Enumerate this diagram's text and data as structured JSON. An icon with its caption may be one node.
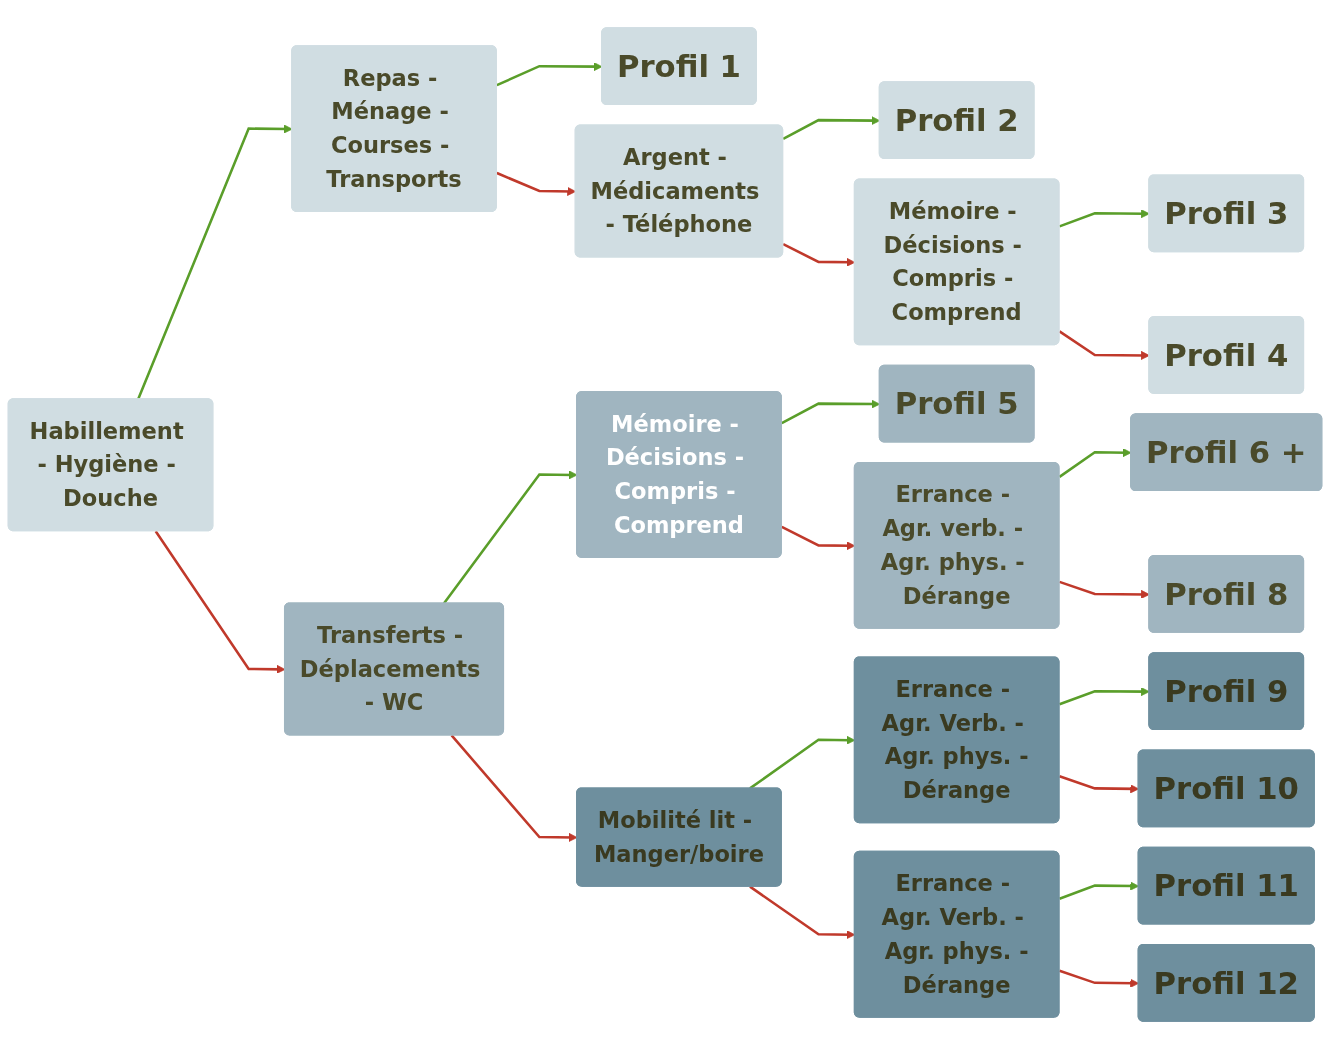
{
  "diagram": {
    "nodes": [
      {
        "text": [
          "Habillement - Hygiène - Douche"
        ]
      },
      {
        "text": [
          "Repas - Ménage - Courses - Transports"
        ]
      },
      {
        "text": [
          "Profil 1"
        ]
      },
      {
        "text": [
          "Argent - Médicaments - Téléphone"
        ]
      },
      {
        "text": [
          "Profil 2"
        ]
      },
      {
        "text": [
          "Mémoire - Décisions - Compris - Comprend"
        ]
      },
      {
        "text": [
          "Profil 3"
        ]
      },
      {
        "text": [
          "Profil 4"
        ]
      },
      {
        "text": [
          "Transferts - Déplacements - WC"
        ]
      },
      {
        "text": [
          "Mémoire - Décisions - Compris - Comprend"
        ]
      },
      {
        "text": [
          "Profil 5"
        ]
      },
      {
        "text": [
          "Errance - Agr. verb. - Agr. phys. - Dérange"
        ]
      },
      {
        "text": [
          "Profil 6 +"
        ]
      },
      {
        "text": [
          "Profil 8"
        ]
      },
      {
        "text": [
          "Mobilité lit - Manger/boire"
        ]
      },
      {
        "text": [
          "Errance - Agr. Verb. - Agr. phys. -Dérange"
        ]
      },
      {
        "text": [
          "Profil 9"
        ]
      },
      {
        "text": [
          "Profil 10"
        ]
      },
      {
        "text": [
          "Errance - Agr. Verb. - Agr. phys. -Dérange"
        ]
      },
      {
        "text": [
          "Profil 11"
        ]
      },
      {
        "text": [
          "Profil 12"
        ]
      }
    ],
    "edges": [
      {
        "from": 0,
        "to": 1,
        "arrow": "to",
        "color": "#5a9e2a"
      },
      {
        "from": 0,
        "to": 8,
        "arrow": "to",
        "color": "#c0392b"
      },
      {
        "from": 1,
        "to": 2,
        "arrow": "to",
        "color": "#5a9e2a"
      },
      {
        "from": 1,
        "to": 3,
        "arrow": "to",
        "color": "#c0392b"
      },
      {
        "from": 3,
        "to": 4,
        "arrow": "to",
        "color": "#5a9e2a"
      },
      {
        "from": 3,
        "to": 5,
        "arrow": "to",
        "color": "#c0392b"
      },
      {
        "from": 5,
        "to": 6,
        "arrow": "to",
        "color": "#5a9e2a"
      },
      {
        "from": 5,
        "to": 7,
        "arrow": "to",
        "color": "#c0392b"
      },
      {
        "from": 8,
        "to": 9,
        "arrow": "to",
        "color": "#5a9e2a"
      },
      {
        "from": 8,
        "to": 14,
        "arrow": "to",
        "color": "#c0392b"
      },
      {
        "from": 9,
        "to": 10,
        "arrow": "to",
        "color": "#5a9e2a"
      },
      {
        "from": 9,
        "to": 11,
        "arrow": "to",
        "color": "#c0392b"
      },
      {
        "from": 11,
        "to": 12,
        "arrow": "to",
        "color": "#5a9e2a"
      },
      {
        "from": 11,
        "to": 13,
        "arrow": "to",
        "color": "#c0392b"
      },
      {
        "from": 14,
        "to": 15,
        "arrow": "to",
        "color": "#5a9e2a"
      },
      {
        "from": 14,
        "to": 18,
        "arrow": "to",
        "color": "#c0392b"
      },
      {
        "from": 15,
        "to": 16,
        "arrow": "to",
        "color": "#5a9e2a"
      },
      {
        "from": 15,
        "to": 17,
        "arrow": "to",
        "color": "#c0392b"
      },
      {
        "from": 18,
        "to": 19,
        "arrow": "to",
        "color": "#5a9e2a"
      },
      {
        "from": 18,
        "to": 20,
        "arrow": "to",
        "color": "#c0392b"
      }
    ]
  }
}
